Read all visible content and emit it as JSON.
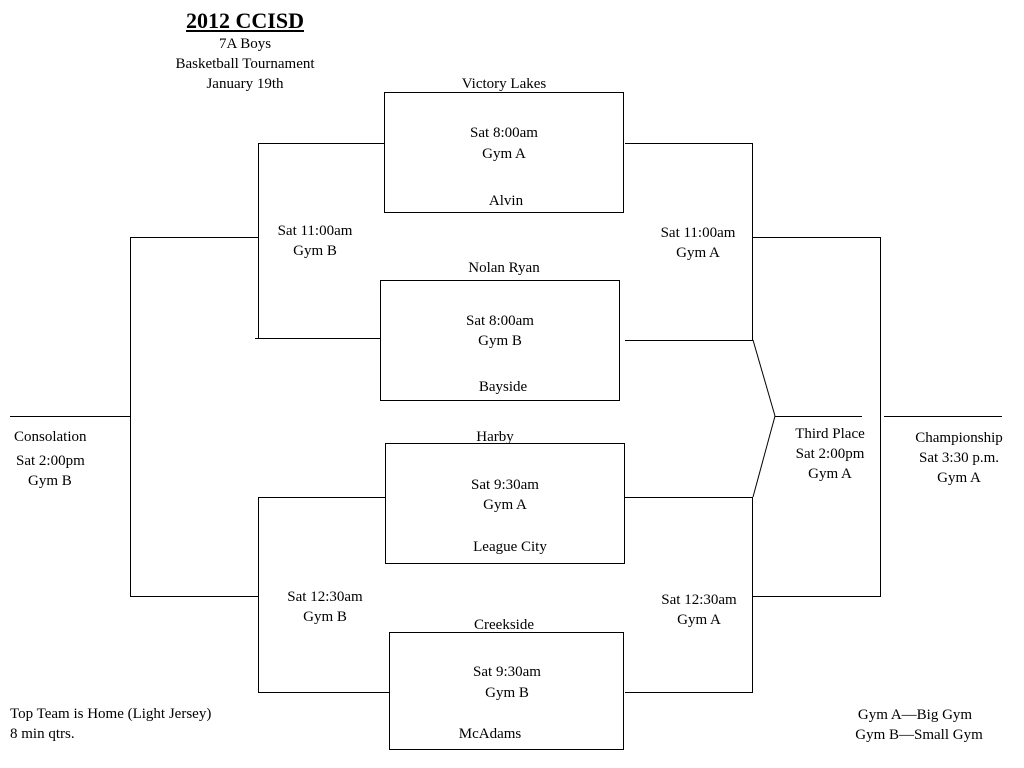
{
  "header": {
    "title": "2012 CCISD",
    "line1": "7A Boys",
    "line2": "Basketball Tournament",
    "line3": "January 19th"
  },
  "games": [
    {
      "top_team": "Victory Lakes",
      "time": "Sat 8:00am",
      "gym": "Gym A",
      "bottom_team": "Alvin"
    },
    {
      "top_team": "Nolan Ryan",
      "time": "Sat 8:00am",
      "gym": "Gym B",
      "bottom_team": "Bayside"
    },
    {
      "top_team": "Harby",
      "time": "Sat 9:30am",
      "gym": "Gym A",
      "bottom_team": "League City"
    },
    {
      "top_team": "Creekside",
      "time": "Sat 9:30am",
      "gym": "Gym B",
      "bottom_team": "McAdams"
    }
  ],
  "second_round": {
    "upper_consolation": {
      "time": "Sat 11:00am",
      "gym": "Gym B"
    },
    "upper_winners": {
      "time": "Sat 11:00am",
      "gym": "Gym A"
    },
    "lower_consolation": {
      "time": "Sat 12:30am",
      "gym": "Gym B"
    },
    "lower_winners": {
      "time": "Sat 12:30am",
      "gym": "Gym A"
    }
  },
  "finals": {
    "consolation": {
      "label": "Consolation",
      "time": "Sat 2:00pm",
      "gym": "Gym B"
    },
    "third_place": {
      "label": "Third Place",
      "time": "Sat 2:00pm",
      "gym": "Gym A"
    },
    "championship": {
      "label": "Championship",
      "time": "Sat 3:30 p.m.",
      "gym": "Gym A"
    }
  },
  "notes": {
    "home_rule": "Top Team is Home (Light Jersey)",
    "quarters": "8 min qtrs.",
    "gym_a": "Gym A—Big Gym",
    "gym_b": "Gym B—Small Gym"
  }
}
